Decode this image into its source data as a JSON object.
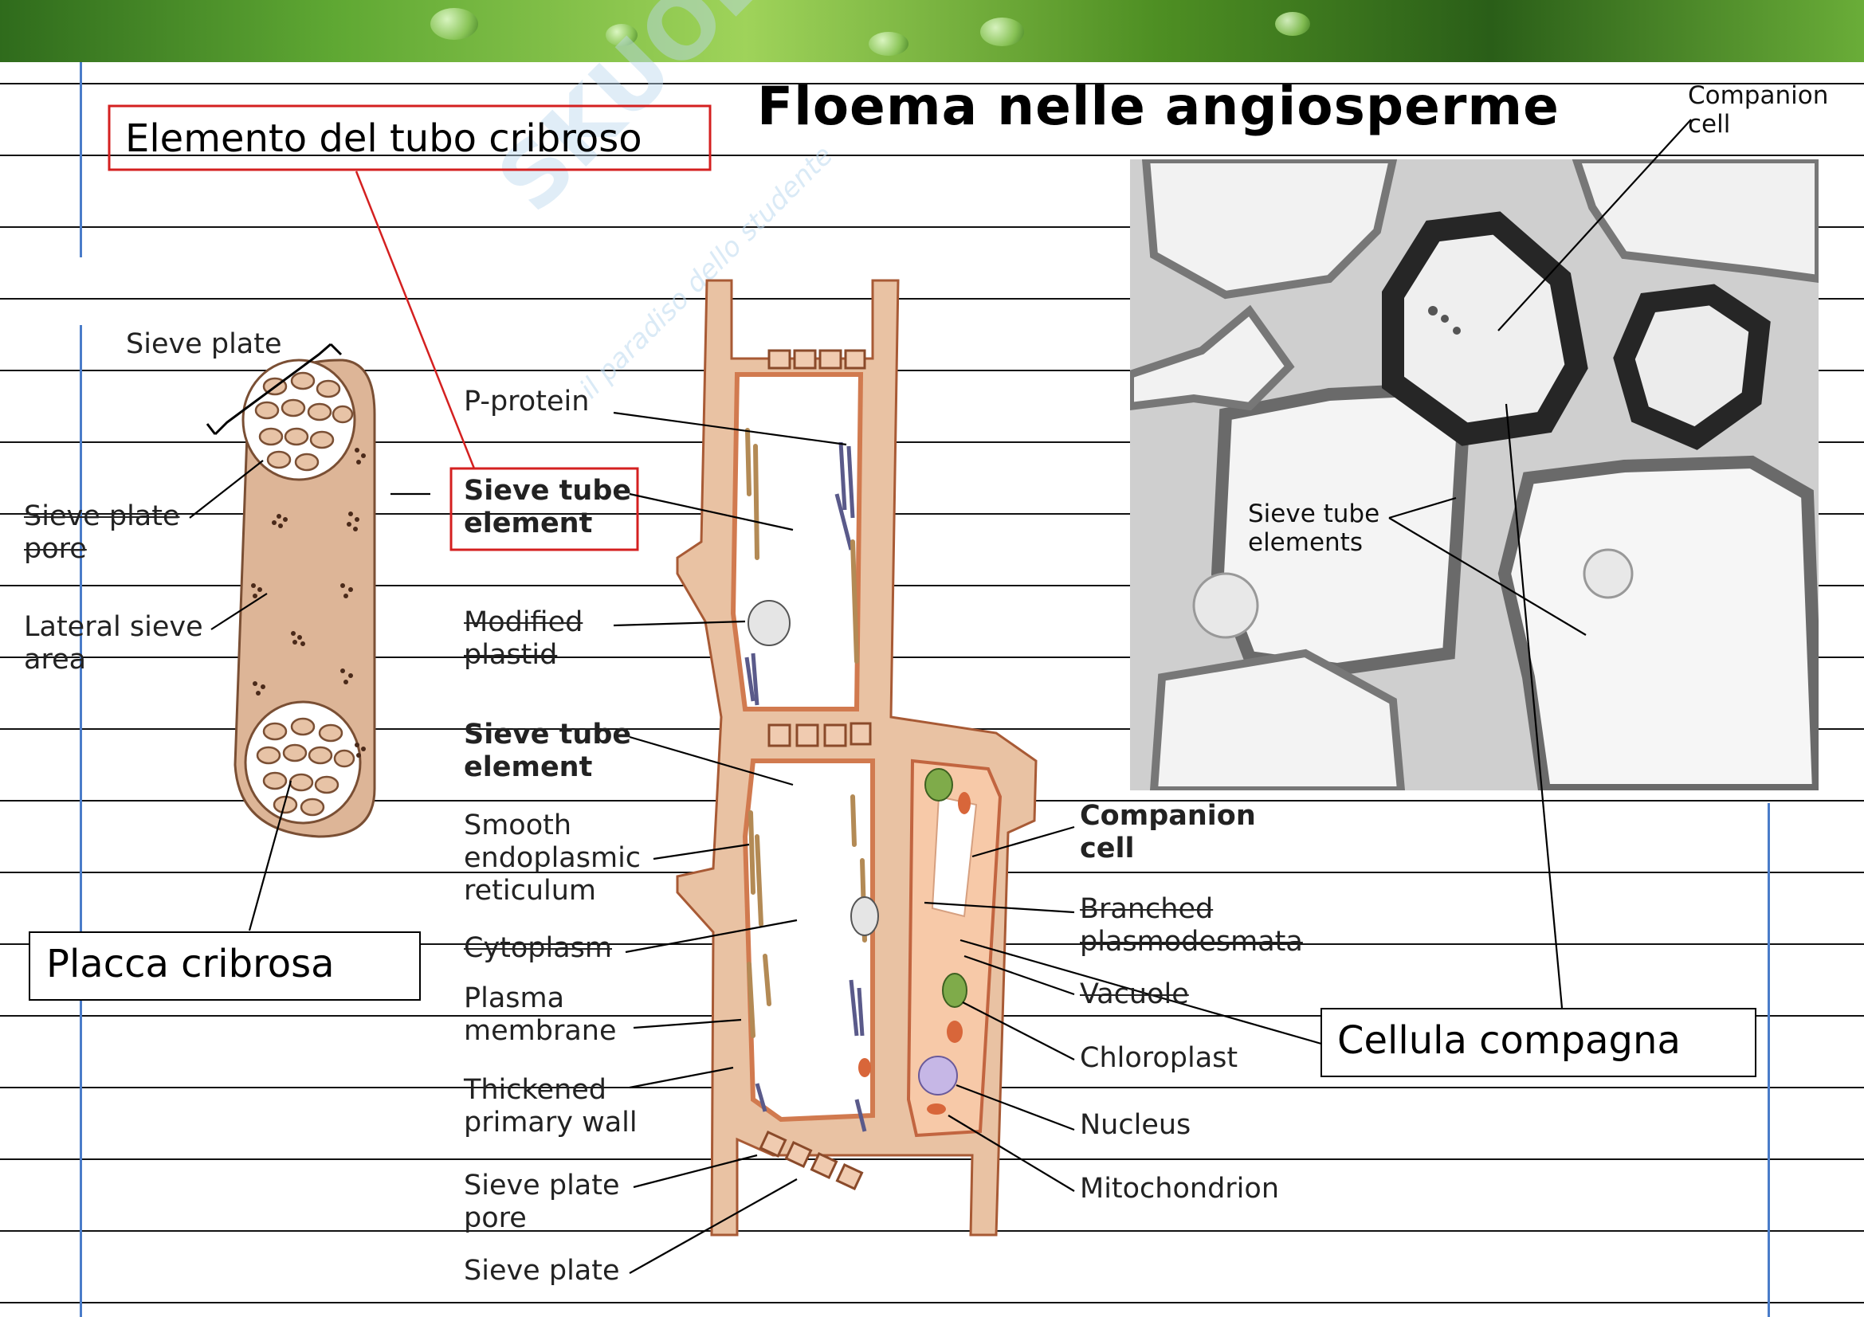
{
  "title": "Floema nelle angiosperme",
  "watermark": {
    "brand": "SKUOLA.net",
    "tagline": "il paradiso dello studente"
  },
  "boxes": {
    "sieve_tube_element_it": "Elemento del tubo cribroso",
    "sieve_plate_it": "Placca cribrosa",
    "companion_cell_it": "Cellula  compagna"
  },
  "left_diagram": {
    "sieve_plate": "Sieve plate",
    "sieve_plate_pore": "Sieve plate\npore",
    "lateral_sieve_area": "Lateral sieve\narea"
  },
  "center_labels": {
    "p_protein": "P-protein",
    "sieve_tube_element_1": "Sieve tube\nelement",
    "modified_plastid": "Modified\nplastid",
    "sieve_tube_element_2": "Sieve tube\nelement",
    "smooth_er": "Smooth\nendoplasmic\nreticulum",
    "cytoplasm": "Cytoplasm",
    "plasma_membrane": "Plasma\nmembrane",
    "thickened_wall": "Thickened\nprimary wall",
    "sieve_plate_pore": "Sieve plate\npore",
    "sieve_plate": "Sieve plate"
  },
  "right_labels": {
    "companion_cell": "Companion\ncell",
    "branched_plasmodesmata": "Branched\nplasmodesmata",
    "vacuole": "Vacuole",
    "chloroplast": "Chloroplast",
    "nucleus": "Nucleus",
    "mitochondrion": "Mitochondrion"
  },
  "micrograph": {
    "companion_cell": "Companion\ncell",
    "sieve_tube_elements": "Sieve tube\nelements"
  },
  "colors": {
    "red_box": "#d42020",
    "cell_wall": "#e9b896",
    "cell_outline": "#b0643c",
    "cytoplasm_glow": "#f7a47b",
    "margin_blue": "#4a7cc9"
  }
}
